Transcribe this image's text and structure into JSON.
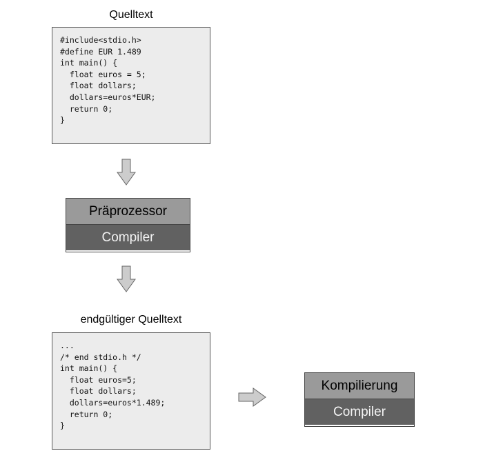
{
  "source": {
    "title": "Quelltext",
    "code": [
      "#include<stdio.h>",
      "#define EUR 1.489",
      "",
      "int main() {",
      "  float euros = 5;",
      "  float dollars;",
      "  dollars=euros*EUR;",
      "  return 0;",
      "}"
    ]
  },
  "preprocessor_stage": {
    "top_label": "Präprozessor",
    "bottom_label": "Compiler"
  },
  "final_source": {
    "title": "endgültiger Quelltext",
    "code": [
      "...",
      "/* end stdio.h */",
      "",
      "int main() {",
      "  float euros=5;",
      "  float dollars;",
      "  dollars=euros*1.489;",
      "  return 0;",
      "}"
    ]
  },
  "compile_stage": {
    "top_label": "Kompilierung",
    "bottom_label": "Compiler"
  },
  "colors": {
    "code_bg": "#ececec",
    "stage_top": "#9a9a9a",
    "stage_bottom": "#616161",
    "arrow_fill": "#cccccc",
    "arrow_stroke": "#666666"
  }
}
